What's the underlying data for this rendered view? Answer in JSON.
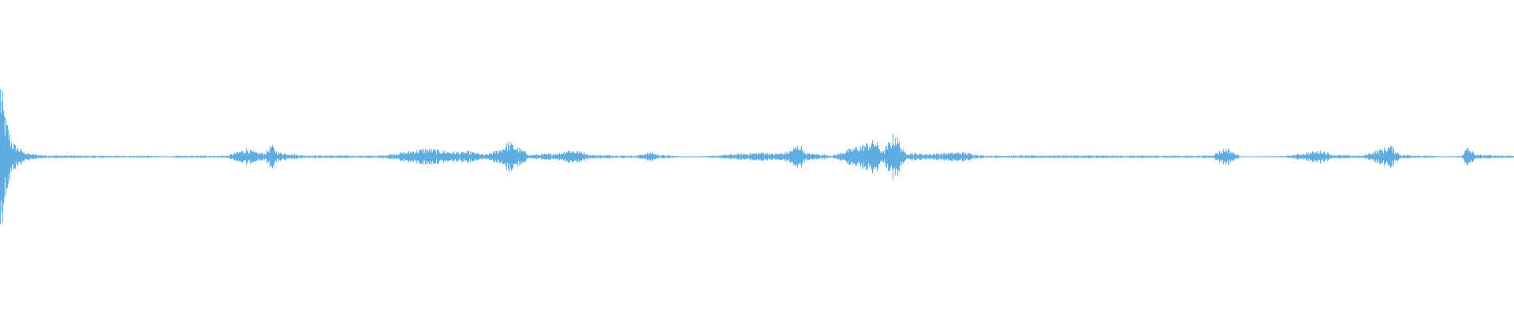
{
  "waveform": {
    "color": "#5dade2",
    "background": "#ffffff",
    "amplitude_envelope": [
      [
        0.0,
        0.85
      ],
      [
        0.003,
        0.45
      ],
      [
        0.008,
        0.15
      ],
      [
        0.015,
        0.06
      ],
      [
        0.02,
        0.03
      ],
      [
        0.03,
        0.015
      ],
      [
        0.06,
        0.012
      ],
      [
        0.08,
        0.01
      ],
      [
        0.1,
        0.012
      ],
      [
        0.11,
        0.0
      ],
      [
        0.115,
        0.01
      ],
      [
        0.15,
        0.012
      ],
      [
        0.163,
        0.09
      ],
      [
        0.168,
        0.05
      ],
      [
        0.175,
        0.04
      ],
      [
        0.179,
        0.13
      ],
      [
        0.183,
        0.05
      ],
      [
        0.2,
        0.015
      ],
      [
        0.25,
        0.012
      ],
      [
        0.263,
        0.04
      ],
      [
        0.281,
        0.09
      ],
      [
        0.295,
        0.06
      ],
      [
        0.305,
        0.05
      ],
      [
        0.31,
        0.06
      ],
      [
        0.32,
        0.02
      ],
      [
        0.33,
        0.08
      ],
      [
        0.336,
        0.16
      ],
      [
        0.342,
        0.1
      ],
      [
        0.35,
        0.02
      ],
      [
        0.37,
        0.04
      ],
      [
        0.375,
        0.08
      ],
      [
        0.385,
        0.05
      ],
      [
        0.39,
        0.02
      ],
      [
        0.42,
        0.012
      ],
      [
        0.43,
        0.05
      ],
      [
        0.435,
        0.02
      ],
      [
        0.455,
        0.0
      ],
      [
        0.47,
        0.01
      ],
      [
        0.497,
        0.04
      ],
      [
        0.505,
        0.05
      ],
      [
        0.51,
        0.03
      ],
      [
        0.52,
        0.05
      ],
      [
        0.528,
        0.14
      ],
      [
        0.532,
        0.04
      ],
      [
        0.55,
        0.015
      ],
      [
        0.578,
        0.18
      ],
      [
        0.583,
        0.05
      ],
      [
        0.591,
        0.27
      ],
      [
        0.597,
        0.05
      ],
      [
        0.61,
        0.03
      ],
      [
        0.635,
        0.05
      ],
      [
        0.65,
        0.012
      ],
      [
        0.7,
        0.015
      ],
      [
        0.75,
        0.012
      ],
      [
        0.79,
        0.012
      ],
      [
        0.8,
        0.015
      ],
      [
        0.81,
        0.1
      ],
      [
        0.815,
        0.04
      ],
      [
        0.82,
        0.0
      ],
      [
        0.83,
        0.0
      ],
      [
        0.85,
        0.01
      ],
      [
        0.873,
        0.07
      ],
      [
        0.88,
        0.02
      ],
      [
        0.9,
        0.012
      ],
      [
        0.918,
        0.12
      ],
      [
        0.925,
        0.02
      ],
      [
        0.945,
        0.01
      ],
      [
        0.955,
        0.0
      ],
      [
        0.965,
        0.01
      ],
      [
        0.969,
        0.1
      ],
      [
        0.975,
        0.02
      ],
      [
        1.0,
        0.012
      ]
    ]
  }
}
